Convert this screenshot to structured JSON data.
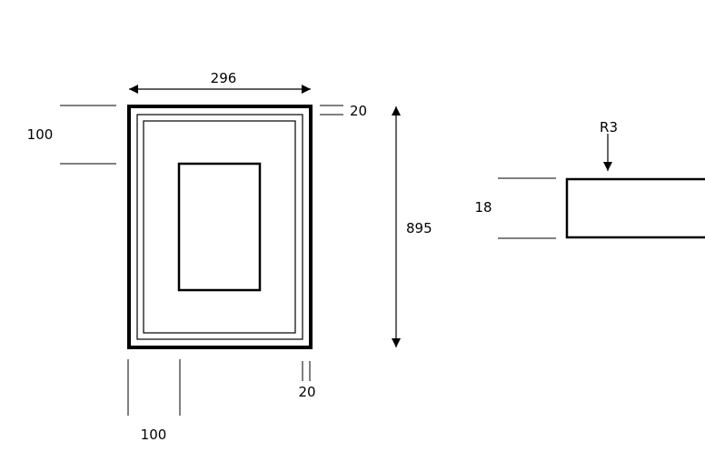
{
  "drawing": {
    "front_view": {
      "width_label": "296",
      "height_label": "895",
      "top_rail_label": "100",
      "side_stile_label": "100",
      "top_frame_label": "20",
      "side_frame_label": "20"
    },
    "section_view": {
      "thickness_label": "18",
      "radius_label": "R3"
    },
    "colors": {
      "line": "#000000",
      "background": "#ffffff"
    }
  }
}
